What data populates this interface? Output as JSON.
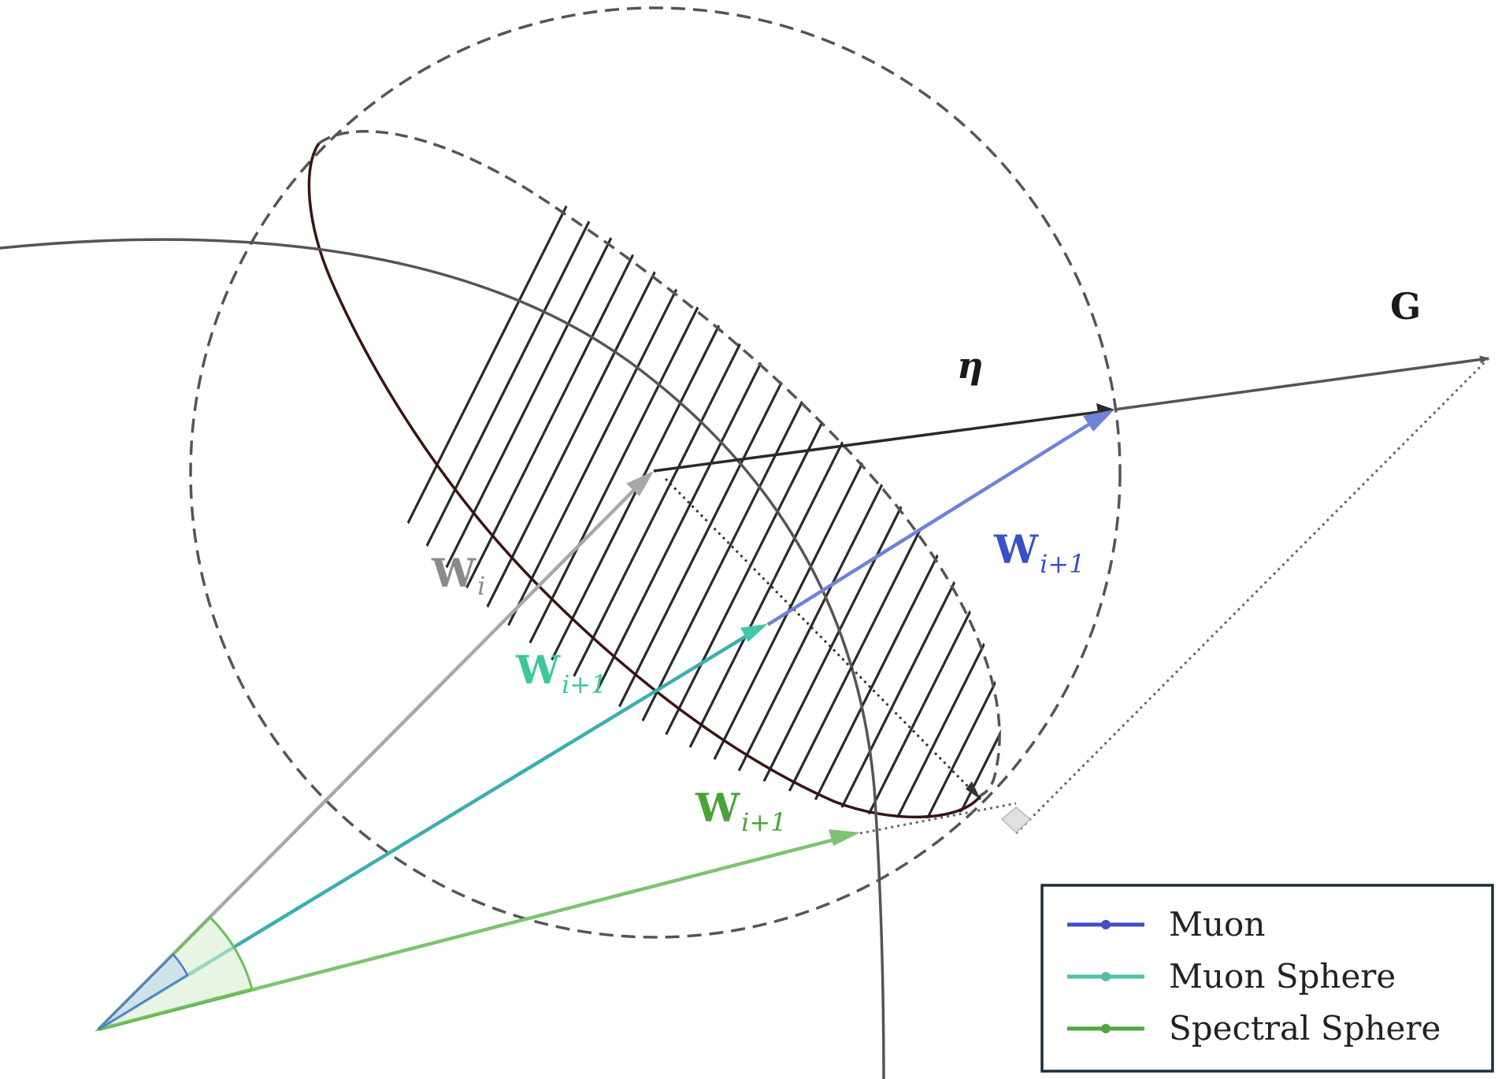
{
  "labels": {
    "g": "G",
    "eta": "η",
    "w_i": {
      "base": "W",
      "sub": "i"
    },
    "w_muon": {
      "base": "W",
      "sub": "i+1"
    },
    "w_muon_sphere": {
      "base": "W",
      "sub": "i+1"
    },
    "w_spectral": {
      "base": "W",
      "sub": "i+1"
    }
  },
  "legend": {
    "items": [
      {
        "label": "Muon",
        "color": "#3f4fc4"
      },
      {
        "label": "Muon Sphere",
        "color": "#4fc0a8"
      },
      {
        "label": "Spectral Sphere",
        "color": "#4fa83a"
      }
    ]
  },
  "colors": {
    "grey_vector": "#a8a8a8",
    "grey_label": "#8a8a8a",
    "muon": "#6f82d8",
    "muon_label": "#3a50c8",
    "muon_sphere": "#3aaeb0",
    "muon_sphere_label": "#3cc99a",
    "spectral": "#7cc46e",
    "spectral_label": "#4aa23a",
    "ellipse_edge": "#3a1414",
    "legend_border": "#1c2e3c"
  }
}
